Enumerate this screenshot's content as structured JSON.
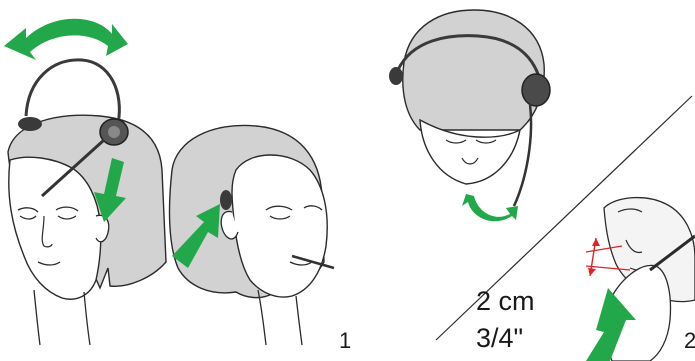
{
  "labels": {
    "step_1": "1",
    "step_2": "2",
    "distance_metric": "2 cm",
    "distance_imperial": "3/4\""
  },
  "colors": {
    "arrow": "#22a84a",
    "hair": "#d2d2d2",
    "outline": "#2b2b2b",
    "measure_mark": "#e02424",
    "headset": "#3a3a3a"
  },
  "icons": [
    "rotate-arrow-icon",
    "down-arrow-icon",
    "up-arrow-icon",
    "swivel-arrow-icon",
    "measure-marker-icon"
  ]
}
